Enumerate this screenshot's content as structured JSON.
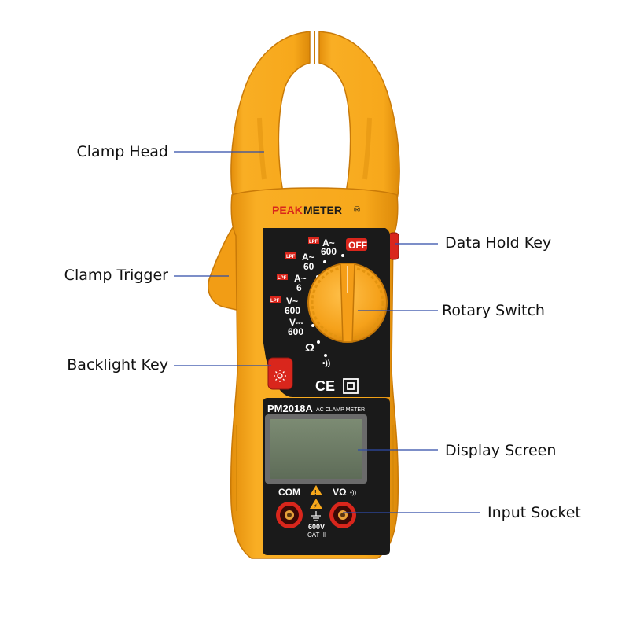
{
  "labels": {
    "clamp_head": "Clamp Head",
    "clamp_trigger": "Clamp Trigger",
    "backlight_key": "Backlight Key",
    "data_hold_key": "Data Hold Key",
    "rotary_switch": "Rotary Switch",
    "display_screen": "Display Screen",
    "input_socket": "Input Socket"
  },
  "device": {
    "brand_peak": "PEAK",
    "brand_meter": "METER",
    "brand_reg": "®",
    "model": "PM2018A",
    "model_desc": "AC CLAMP METER",
    "off": "OFF",
    "lpf": "LPF",
    "range_a600_sym": "A~",
    "range_a600_val": "600",
    "range_a60_sym": "A~",
    "range_a60_val": "60",
    "range_a6_sym": "A~",
    "range_a6_val": "6",
    "range_vac_sym": "V~",
    "range_vac_val": "600",
    "range_vdc_sym": "V⎓",
    "range_vdc_val": "600",
    "ohm": "Ω",
    "continuity": "•))",
    "ce": "CE",
    "com": "COM",
    "vohm": "VΩ",
    "vohm_beep": "•))",
    "rating_v": "600V",
    "rating_cat": "CAT III"
  },
  "colors": {
    "body_orange": "#F7A81B",
    "body_shadow": "#E08E0B",
    "panel_black": "#1A1A1A",
    "lcd_green": "#6E7E66",
    "lcd_frame": "#6B6B6B",
    "accent_red": "#D9261C",
    "leader_line": "#2E4BA8"
  },
  "icons": [
    "sun-icon",
    "warning-icon",
    "ground-icon",
    "double-insulation-icon"
  ]
}
